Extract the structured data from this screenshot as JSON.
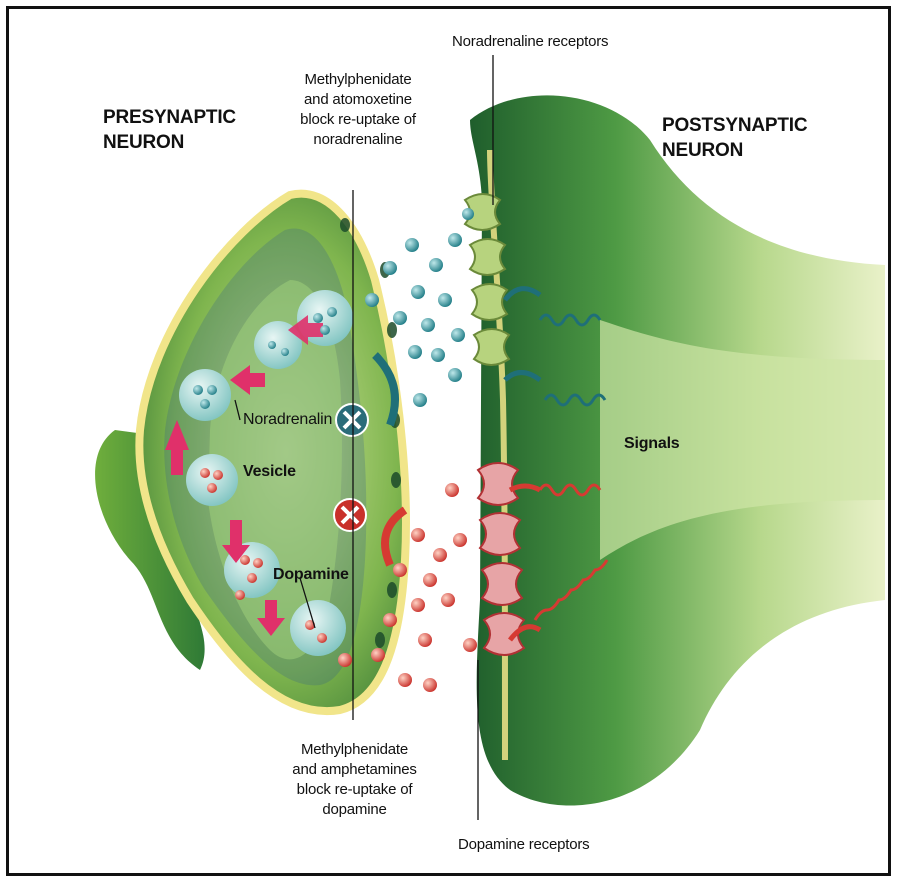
{
  "labels": {
    "presynaptic": [
      "PRESYNAPTIC",
      "NEURON"
    ],
    "postsynaptic": [
      "POSTSYNAPTIC",
      "NEURON"
    ],
    "noradrenaline_block": [
      "Methylphenidate",
      "and atomoxetine",
      "block re-uptake of",
      "noradrenaline"
    ],
    "dopamine_block": [
      "Methylphenidate",
      "and amphetamines",
      "block re-uptake of",
      "dopamine"
    ],
    "noradrenaline_receptors": "Noradrenaline receptors",
    "dopamine_receptors": "Dopamine receptors",
    "noradrenalin": "Noradrenalin",
    "vesicle": "Vesicle",
    "dopamine": "Dopamine",
    "signals": "Signals"
  },
  "colors": {
    "neuron_green": "#3f8f3a",
    "neuron_light": "#b9d77a",
    "membrane_yellow": "#f1e58a",
    "cytoplasm_blue": "#2f5a8a",
    "noradrenaline_teal": "#2c8c8f",
    "dopamine_red": "#d63a32",
    "arrow_pink": "#e0306a"
  }
}
